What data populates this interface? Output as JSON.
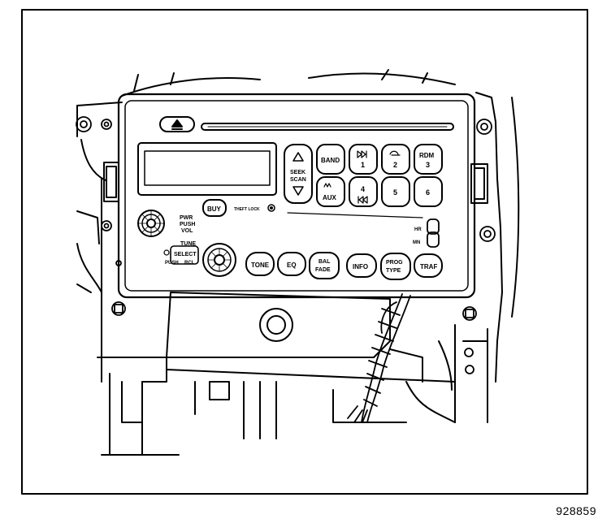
{
  "figure": {
    "number": "928859"
  },
  "radio": {
    "left_knob_label": [
      "PWR",
      "PUSH",
      "VOL"
    ],
    "tune_label": "TUNE",
    "select_label": "SELECT",
    "push_label": "PUSH",
    "rcl_label": "RCL",
    "buy_label": "BUY",
    "theft_lock_label": "THEFT LOCK",
    "seek_scan_label": [
      "SEEK",
      "SCAN"
    ],
    "buttons": {
      "band": "BAND",
      "preset1": "1",
      "preset2": "2",
      "preset3": "3",
      "rdm": "RDM",
      "preset4": "4",
      "preset5": "5",
      "preset6": "6",
      "aux": "AUX",
      "tone": "TONE",
      "eq": "EQ",
      "bal": "BAL",
      "fade": "FADE",
      "info": "INFO",
      "prog": "PROG",
      "type": "TYPE",
      "traf": "TRAF",
      "hr": "HR",
      "mn": "MN"
    }
  }
}
